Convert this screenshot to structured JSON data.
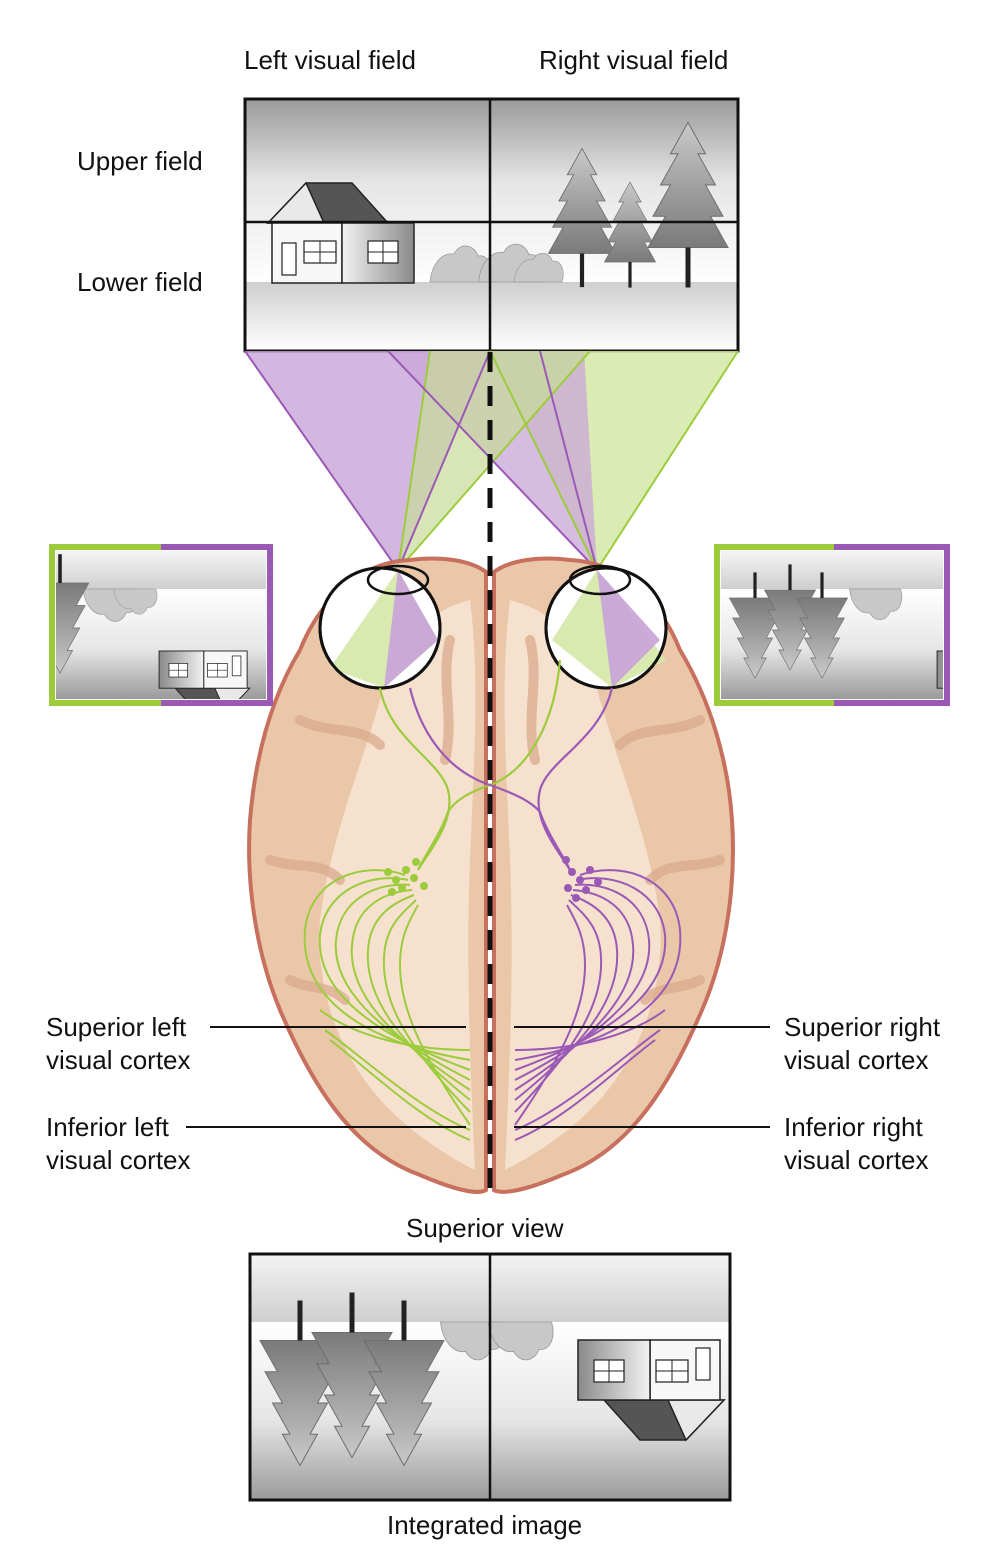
{
  "field_labels": {
    "left_visual_field": "Left visual field",
    "right_visual_field": "Right visual field",
    "upper_field": "Upper field",
    "lower_field": "Lower field"
  },
  "cortex_labels": {
    "superior_left_1": "Superior left",
    "superior_left_2": "visual cortex",
    "inferior_left_1": "Inferior left",
    "inferior_left_2": "visual cortex",
    "superior_right_1": "Superior right",
    "superior_right_2": "visual cortex",
    "inferior_right_1": "Inferior right",
    "inferior_right_2": "visual cortex"
  },
  "captions": {
    "view": "Superior view",
    "integrated": "Integrated image"
  },
  "colors": {
    "green_pathway": "#9ccc3c",
    "green_fill": "#d7e9a8",
    "purple_pathway": "#9b59b6",
    "purple_fill": "#d3b3df",
    "brain_fill": "#e9c7a8",
    "brain_inner": "#f6e3d2",
    "brain_outline": "#c8705e",
    "frame": "#111111"
  }
}
